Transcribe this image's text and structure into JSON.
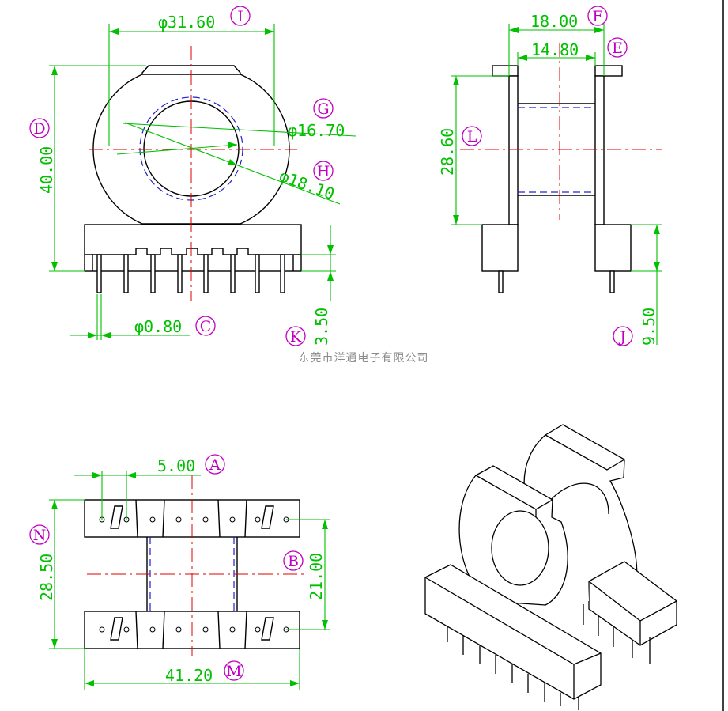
{
  "company": "东莞市洋通电子有限公司",
  "labels": {
    "I": {
      "mark": "I",
      "dim": "φ31.60"
    },
    "D": {
      "mark": "D",
      "dim": "40.00"
    },
    "G": {
      "mark": "G",
      "dim": "φ16.70"
    },
    "H": {
      "mark": "H",
      "dim": "φ18.10"
    },
    "C": {
      "mark": "C",
      "dim": "φ0.80"
    },
    "K": {
      "mark": "K",
      "dim": "3.50"
    },
    "F": {
      "mark": "F",
      "dim": "18.00"
    },
    "E": {
      "mark": "E",
      "dim": "14.80"
    },
    "L": {
      "mark": "L",
      "dim": "28.60"
    },
    "J": {
      "mark": "J",
      "dim": "9.50"
    },
    "A": {
      "mark": "A",
      "dim": "5.00"
    },
    "N": {
      "mark": "N",
      "dim": "28.50"
    },
    "B": {
      "mark": "B",
      "dim": "21.00"
    },
    "M": {
      "mark": "M",
      "dim": "41.20"
    }
  },
  "colors": {
    "dimension": "#00c000",
    "marker": "#c000c0",
    "centerline": "#e00000",
    "hidden": "#2020d0",
    "outline": "#000000"
  }
}
